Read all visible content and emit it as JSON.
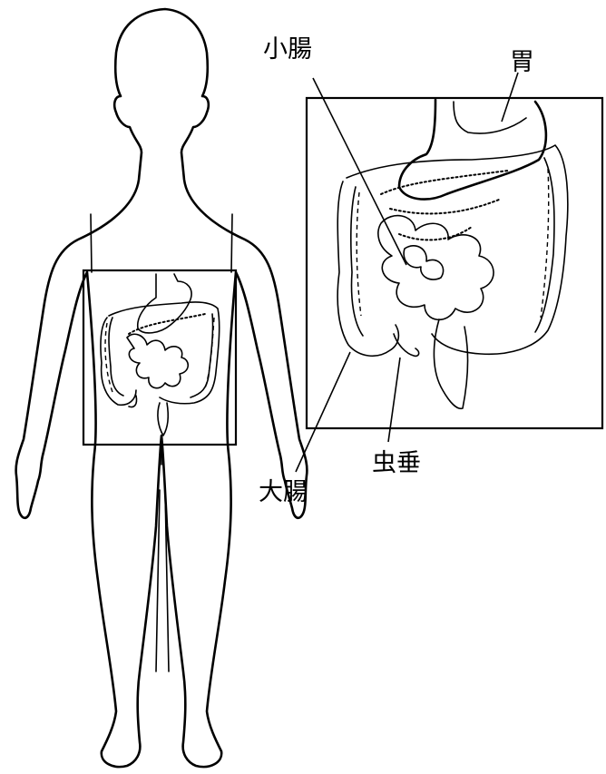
{
  "labels": {
    "small_intestine": "小腸",
    "stomach": "胃",
    "large_intestine": "大腸",
    "appendix": "虫垂"
  },
  "colors": {
    "line": "#000000",
    "background": "#ffffff"
  }
}
